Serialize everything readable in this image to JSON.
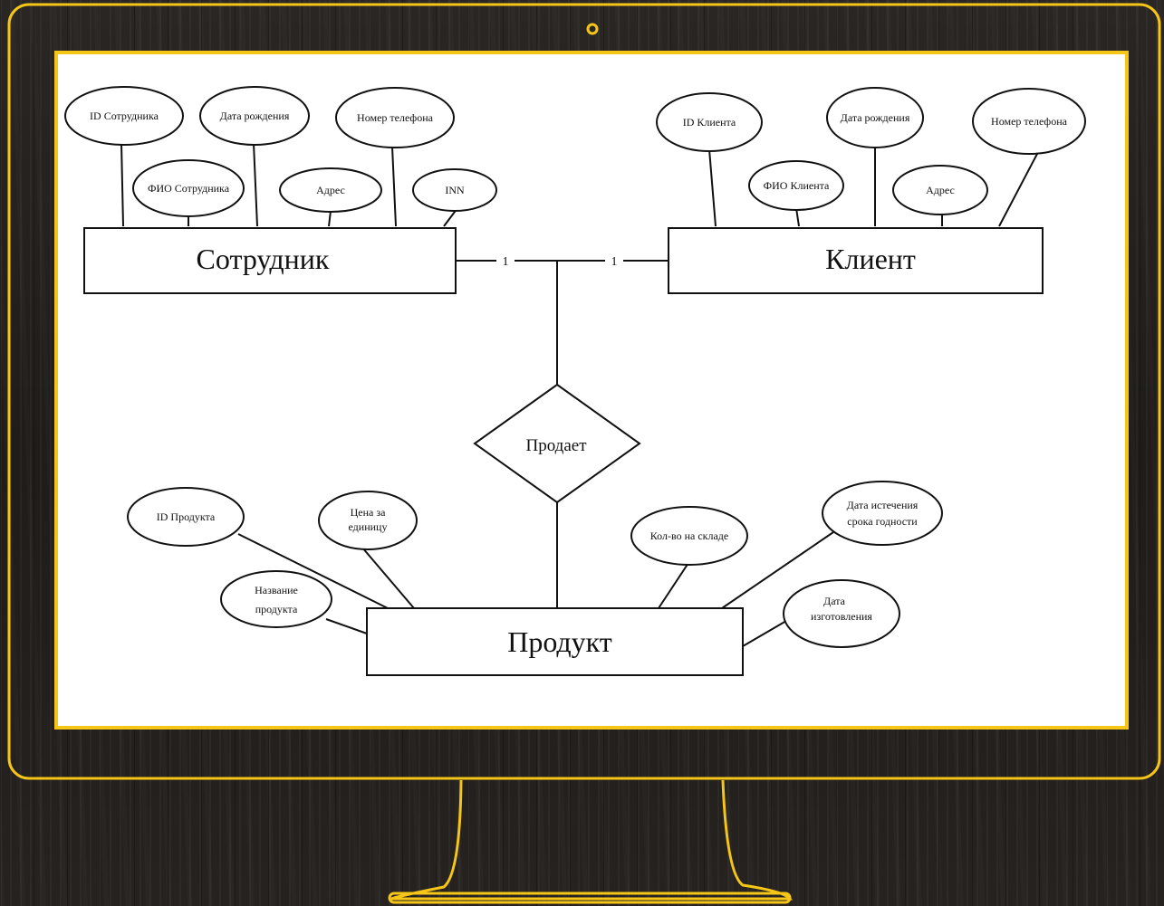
{
  "colors": {
    "frame": "#f5c518",
    "diagram_bg": "#ffffff",
    "ink": "#111111"
  },
  "entities": {
    "employee": "Сотрудник",
    "client": "Клиент",
    "product": "Продукт"
  },
  "relationship": "Продает",
  "cardinalities": {
    "employee": "1",
    "client": "1"
  },
  "attributes": {
    "employee": [
      "ID Сотрудника",
      "Дата рождения",
      "Номер телефона",
      "ФИО Сотрудника",
      "Адрес",
      "INN"
    ],
    "client": [
      "ID Клиента",
      "Дата рождения",
      "Номер телефона",
      "ФИО Клиента",
      "Адрес"
    ],
    "product": [
      "ID Продукта",
      "Цена за",
      "единицу",
      "Название",
      "продукта",
      "Кол-во на складе",
      "Дата истечения",
      "срока годности",
      "Дата",
      "изготовления"
    ]
  }
}
